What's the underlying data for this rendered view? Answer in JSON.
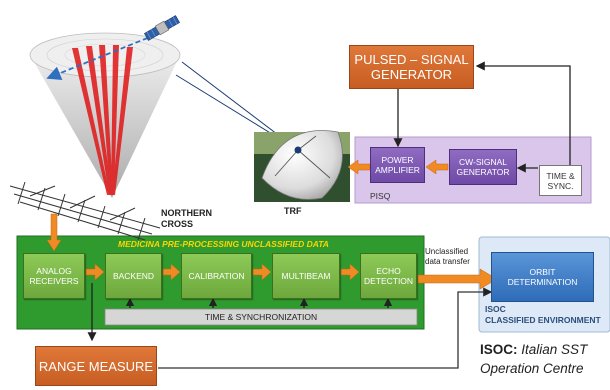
{
  "pulsed_generator": "PULSED – SIGNAL\nGENERATOR",
  "pisq": {
    "label": "PISQ",
    "power_amplifier": "POWER\nAMPLIFIER",
    "cw_generator": "CW-SIGNAL\nGENERATOR",
    "time_sync": "TIME &\nSYNC."
  },
  "trf_label": "TRF",
  "northern_cross_label": "NORTHERN\nCROSS",
  "medicina": {
    "title": "MEDICINA PRE-PROCESSING UNCLASSIFIED DATA",
    "blocks": [
      "ANALOG\nRECEIVERS",
      "BACKEND",
      "CALIBRATION",
      "MULTIBEAM",
      "ECHO\nDETECTION"
    ],
    "time_sync_bar": "TIME & SYNCHRONIZATION"
  },
  "transfer_label": "Unclassified\ndata transfer",
  "isoc": {
    "orbit_determination": "ORBIT\nDETERMINATION",
    "env_label": "ISOC\nCLASSIFIED ENVIRONMENT",
    "caption_bold": "ISOC:",
    "caption_italic_1": "Italian SST",
    "caption_italic_2": "Operation Centre"
  },
  "range_measure": "RANGE MEASURE",
  "colors": {
    "orange": "#d2692c",
    "purple_panel": "#d9c6ea",
    "purple_box": "#7e5bb5",
    "green_panel": "#2f9b2f",
    "green_block": "#7fbf4b",
    "blue_panel": "#dde9f6",
    "blue_box": "#3d7cc9",
    "beam_red": "#e02020",
    "arrow_orange": "#f08a24"
  }
}
